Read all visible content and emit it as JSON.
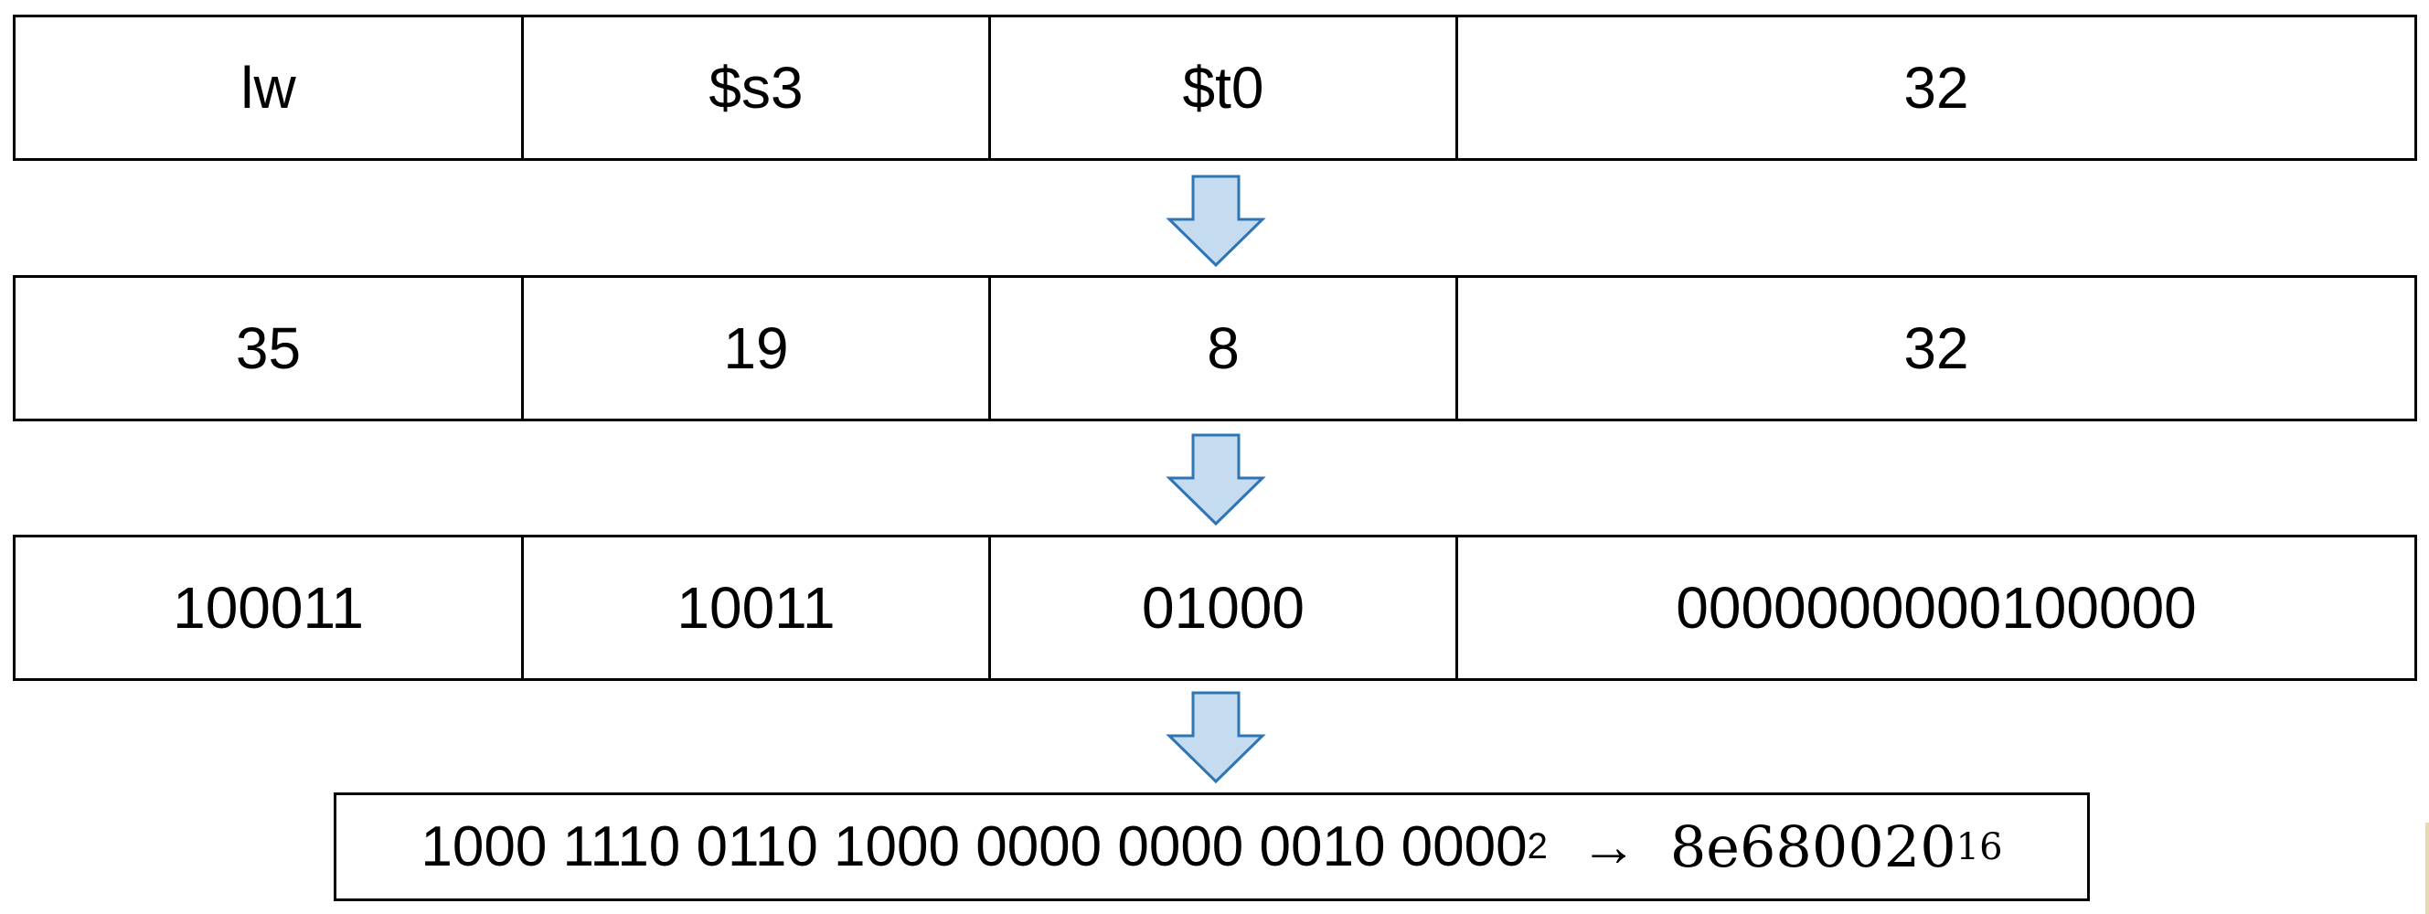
{
  "rows": [
    {
      "cells": [
        "lw",
        "$s3",
        "$t0",
        "32"
      ]
    },
    {
      "cells": [
        "35",
        "19",
        "8",
        "32"
      ]
    },
    {
      "cells": [
        "100011",
        "10011",
        "01000",
        "0000000000100000"
      ]
    }
  ],
  "result": {
    "binary": "1000 1110 0110 1000 0000 0000 0010 0000",
    "binary_base": "2",
    "arrow": "→",
    "hex": "8e680020",
    "hex_base": "16"
  },
  "colors": {
    "arrow_fill": "#c5dbf0",
    "arrow_stroke": "#2e75b6",
    "border": "#000000"
  },
  "icons": [
    "down-arrow-icon"
  ]
}
